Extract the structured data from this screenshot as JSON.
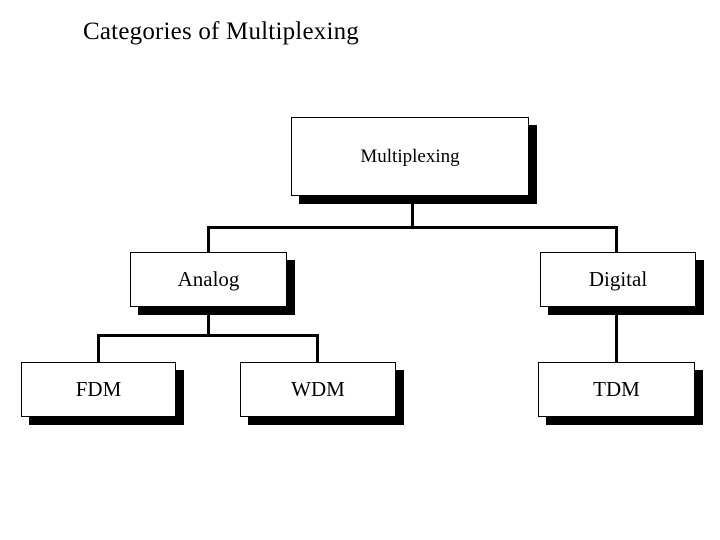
{
  "slide": {
    "title": "Categories of Multiplexing",
    "background_color": "#ffffff",
    "line_color": "#000000",
    "box_fill_color": "#ffffff",
    "box_border_color": "#000000",
    "shadow_color": "#000000"
  },
  "diagram": {
    "type": "tree",
    "nodes": {
      "root": {
        "label": "Multiplexing"
      },
      "analog": {
        "label": "Analog"
      },
      "digital": {
        "label": "Digital"
      },
      "fdm": {
        "label": "FDM"
      },
      "wdm": {
        "label": "WDM"
      },
      "tdm": {
        "label": "TDM"
      }
    },
    "edges": [
      {
        "from": "Multiplexing",
        "to": "Analog"
      },
      {
        "from": "Multiplexing",
        "to": "Digital"
      },
      {
        "from": "Analog",
        "to": "FDM"
      },
      {
        "from": "Analog",
        "to": "WDM"
      },
      {
        "from": "Digital",
        "to": "TDM"
      }
    ]
  }
}
